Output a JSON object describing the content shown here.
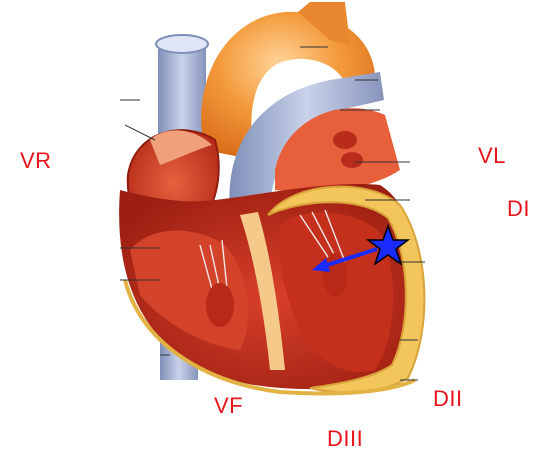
{
  "labels": {
    "vr": "VR",
    "vl": "VL",
    "di": "DI",
    "dii": "DII",
    "vf": "VF",
    "diii": "DIII"
  },
  "colors": {
    "label": "#e8141c",
    "arrow": "#1a2bff",
    "star": "#1a2bff",
    "aorta": "#f08a2a",
    "vessel_blue": "#a8b4d8",
    "myocardium": "#c7341f",
    "fat": "#f2c65a"
  },
  "markers": {
    "star_icon": "star-icon",
    "arrow_icon": "arrow-icon"
  }
}
